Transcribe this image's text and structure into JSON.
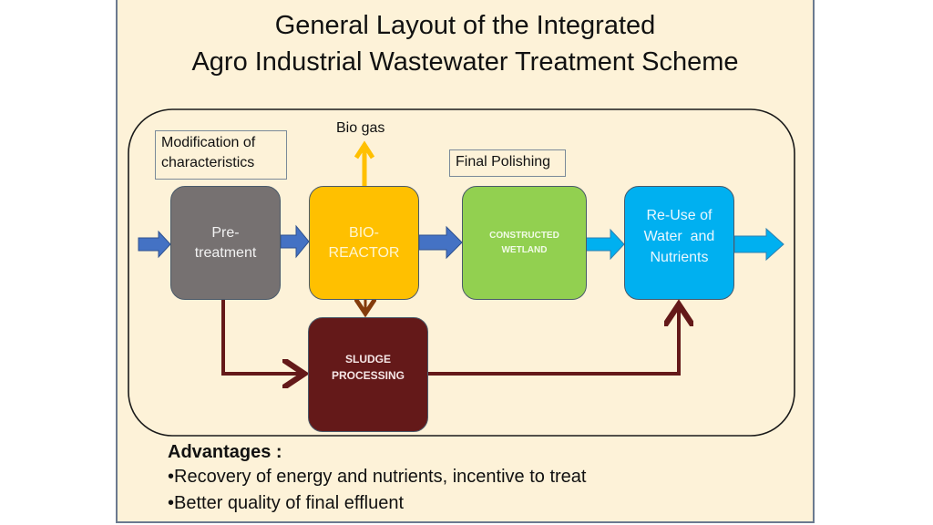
{
  "title": {
    "line1": "General Layout of the Integrated",
    "line2": "Agro Industrial Wastewater Treatment Scheme"
  },
  "annotations": {
    "modification": [
      "Modification of",
      "characteristics"
    ],
    "biogas": "Bio gas",
    "final_polishing": "Final Polishing"
  },
  "nodes": {
    "pretreatment": {
      "lines": [
        "Pre-",
        "treatment"
      ],
      "color": "#767171"
    },
    "bioreactor": {
      "lines": [
        "BIO-",
        "REACTOR"
      ],
      "color": "#ffc000"
    },
    "wetland": {
      "lines": [
        "CONSTRUCTED",
        "WETLAND"
      ],
      "color": "#92d050"
    },
    "reuse": {
      "lines": [
        "Re-Use of",
        "Water  and",
        "Nutrients"
      ],
      "color": "#00b0f0"
    },
    "sludge": {
      "lines": [
        "SLUDGE",
        "PROCESSING"
      ],
      "color": "#641919"
    }
  },
  "colors": {
    "background": "#fdf2d8",
    "flow_arrow_blue": "#4472c4",
    "flow_arrow_cyan": "#00b0f0",
    "biogas_arrow": "#ffc000",
    "sludge_line": "#641919",
    "sludge_down_arrow": "#843c0c"
  },
  "advantages": {
    "heading": "Advantages :",
    "items": [
      "•Recovery of energy and nutrients, incentive to treat",
      "•Better quality of final effluent"
    ]
  }
}
